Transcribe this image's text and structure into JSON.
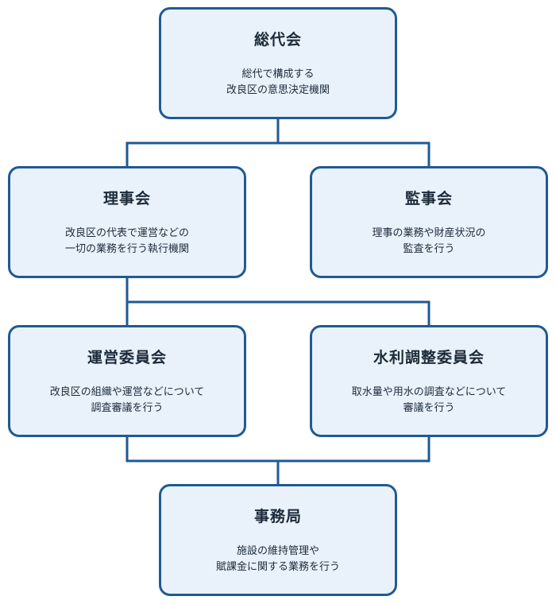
{
  "org_chart": {
    "general_assembly": {
      "title": "総代会",
      "desc_line1": "総代で構成する",
      "desc_line2": "改良区の意思決定機関"
    },
    "board": {
      "title": "理事会",
      "desc_line1": "改良区の代表で運営などの",
      "desc_line2": "一切の業務を行う執行機関"
    },
    "audit": {
      "title": "監事会",
      "desc_line1": "理事の業務や財産状況の",
      "desc_line2": "監査を行う"
    },
    "operations_committee": {
      "title": "運営委員会",
      "desc_line1": "改良区の組織や運営などについて",
      "desc_line2": "調査審議を行う"
    },
    "water_committee": {
      "title": "水利調整委員会",
      "desc_line1": "取水量や用水の調査などについて",
      "desc_line2": "審議を行う"
    },
    "secretariat": {
      "title": "事務局",
      "desc_line1": "施設の維持管理や",
      "desc_line2": "賦課金に関する業務を行う"
    }
  },
  "colors": {
    "box_border": "#1f5a94",
    "box_fill": "#e9f2fb",
    "connector": "#1f5a94",
    "text": "#1c2a3a"
  }
}
